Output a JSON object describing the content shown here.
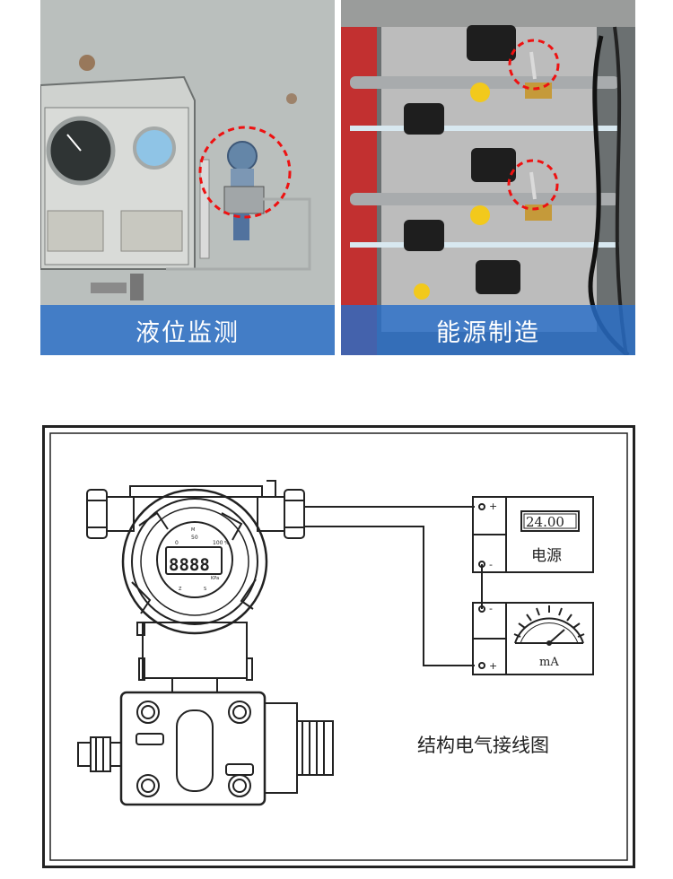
{
  "photos": [
    {
      "caption": "液位监测"
    },
    {
      "caption": "能源制造"
    }
  ],
  "diagram": {
    "title": "结构电气接线图",
    "power_supply": {
      "display_value": "24.00",
      "label": "电源",
      "plus": "+",
      "minus": "-"
    },
    "ammeter": {
      "unit": "mA",
      "plus": "+",
      "minus": "-"
    },
    "lcd": {
      "digits": "8888",
      "scale_left": "0",
      "scale_mid": "50",
      "scale_right": "100",
      "unit_top": "%",
      "unit_bottom": "KPa",
      "marker_top": "M",
      "marker_z": "Z",
      "marker_s": "S"
    }
  },
  "colors": {
    "caption_bar": "#286ec8",
    "line": "#222222"
  }
}
